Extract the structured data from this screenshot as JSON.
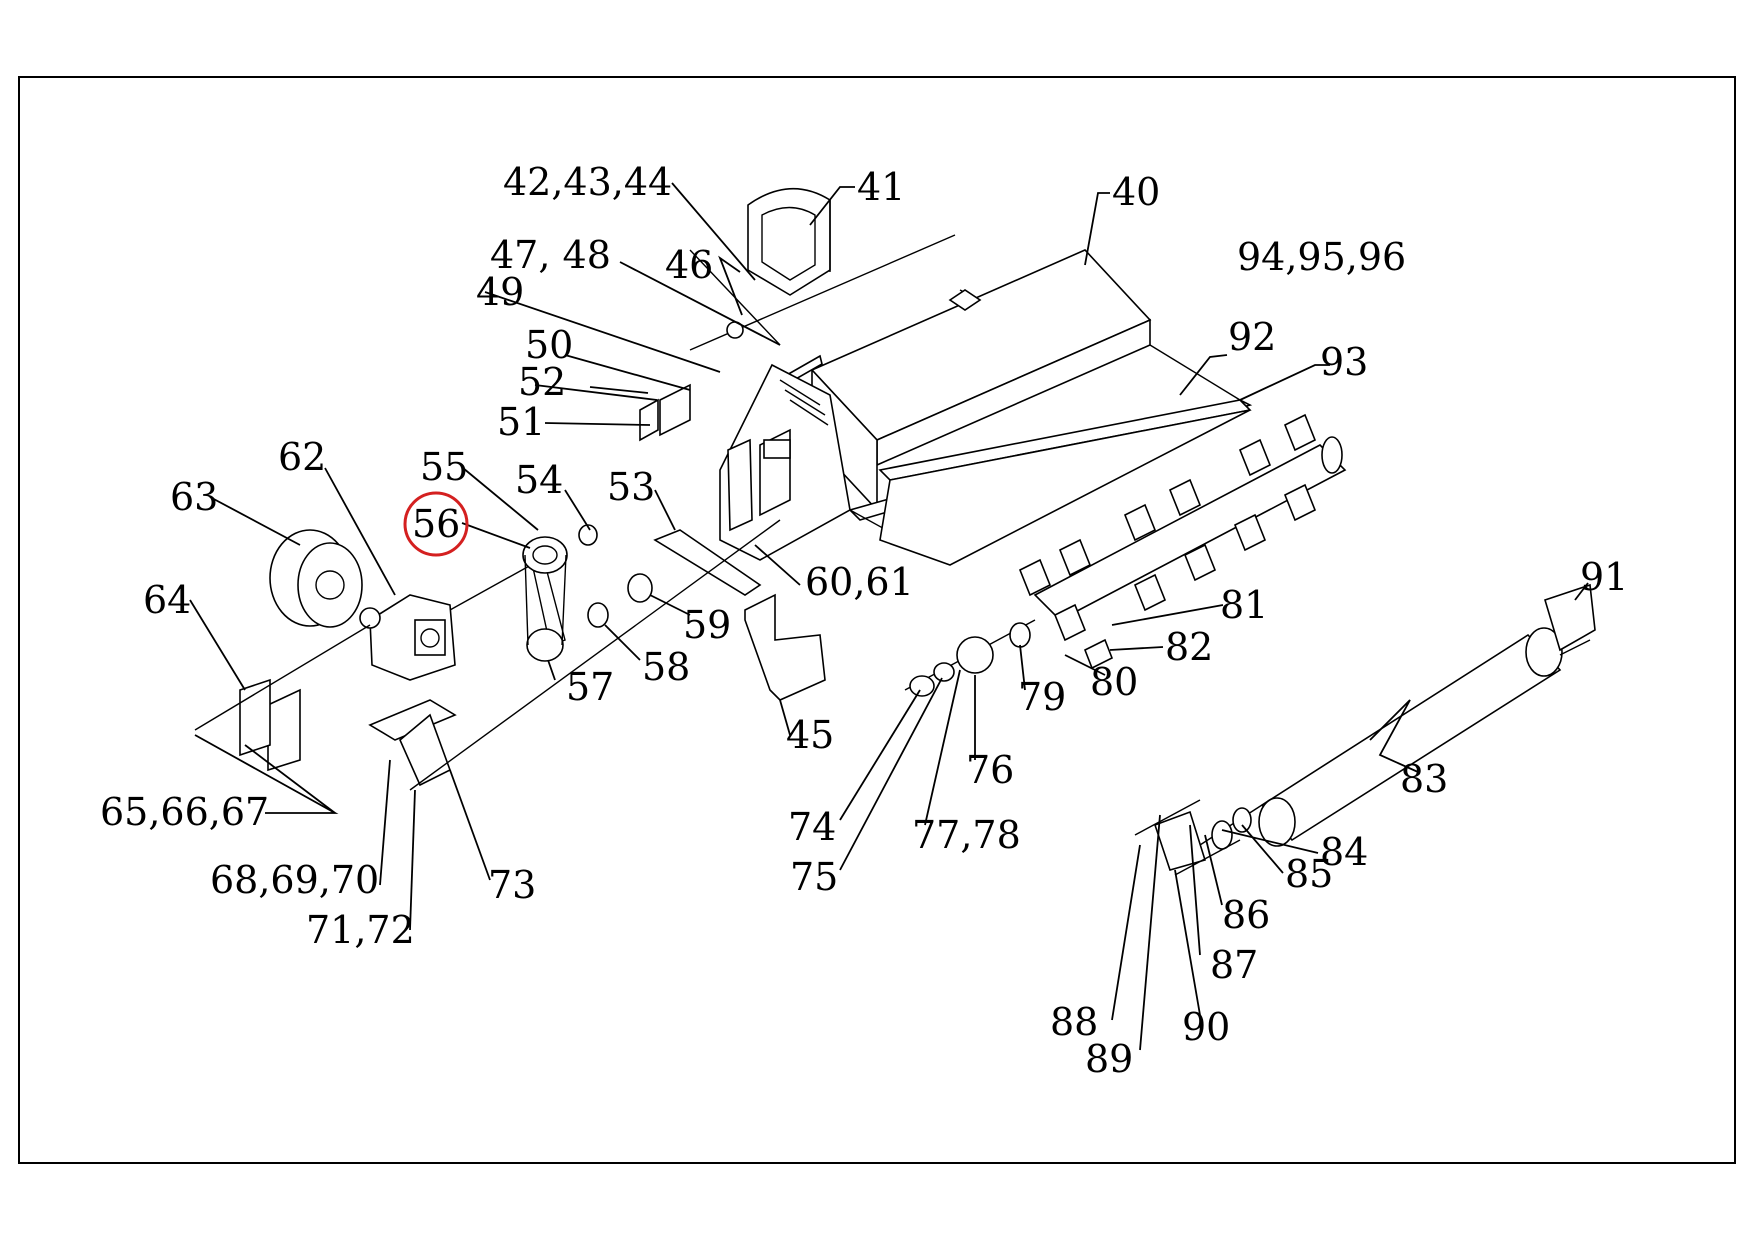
{
  "diagram": {
    "highlight": {
      "part": "56",
      "color": "#d42020"
    },
    "labels": {
      "l40": "40",
      "l41": "41",
      "l42": "42,43,44",
      "l45": "45",
      "l46": "46",
      "l47": "47, 48",
      "l49": "49",
      "l50": "50",
      "l51": "51",
      "l52": "52",
      "l53": "53",
      "l54": "54",
      "l55": "55",
      "l56": "56",
      "l57": "57",
      "l58": "58",
      "l59": "59",
      "l60": "60,61",
      "l62": "62",
      "l63": "63",
      "l64": "64",
      "l65": "65,66,67",
      "l68": "68,69,70",
      "l71": "71,72",
      "l73": "73",
      "l74": "74",
      "l75": "75",
      "l76": "76",
      "l77": "77,78",
      "l79": "79",
      "l80": "80",
      "l81": "81",
      "l82": "82",
      "l83": "83",
      "l84": "84",
      "l85": "85",
      "l86": "86",
      "l87": "87",
      "l88": "88",
      "l89": "89",
      "l90": "90",
      "l91": "91",
      "l92": "92",
      "l93": "93",
      "l94": "94,95,96"
    }
  }
}
